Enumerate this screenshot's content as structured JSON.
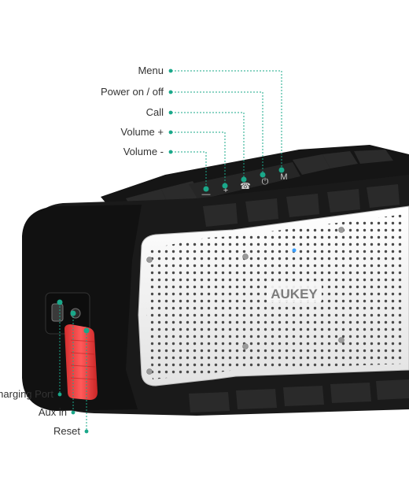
{
  "product": {
    "brand_logo": "AUKEY"
  },
  "callouts": {
    "top": [
      {
        "label": "Menu"
      },
      {
        "label": "Power on / off"
      },
      {
        "label": "Call"
      },
      {
        "label": "Volume +"
      },
      {
        "label": "Volume -"
      }
    ],
    "side": [
      {
        "label": "Charging Port"
      },
      {
        "label": "Aux in"
      },
      {
        "label": "Reset"
      }
    ]
  },
  "colors": {
    "callout_dot": "#1aa88a",
    "callout_line": "#1aa88a",
    "rubber_body": "#1c1c1c",
    "grille": "#f2f2f2",
    "port_cover": "#e63b3b"
  }
}
